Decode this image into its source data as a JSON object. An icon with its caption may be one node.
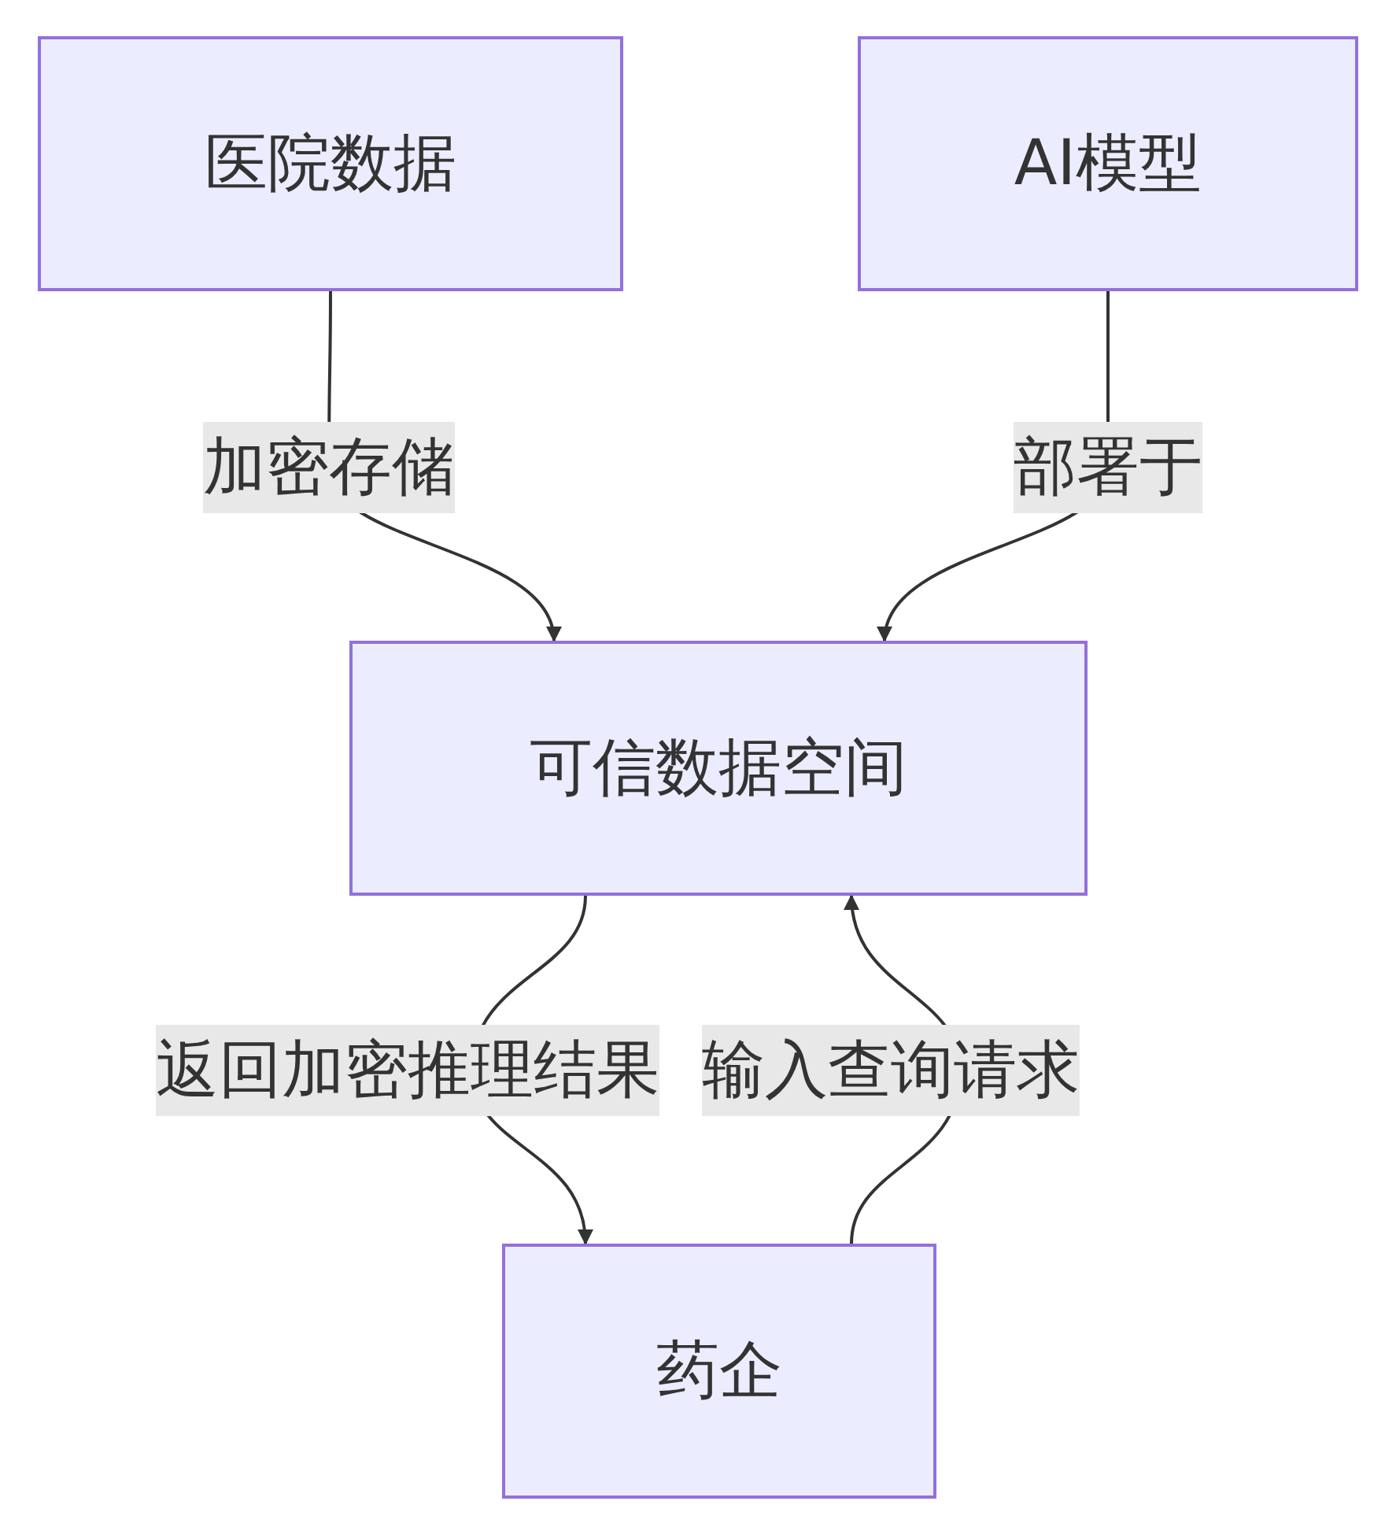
{
  "diagram": {
    "nodes": [
      {
        "text": [
          "医院数据"
        ]
      },
      {
        "text": [
          "AI模型"
        ]
      },
      {
        "text": [
          "可信数据空间"
        ]
      },
      {
        "text": [
          "药企"
        ]
      }
    ],
    "edges": [
      {
        "from": 0,
        "to": 2,
        "arrow": "to",
        "label": "加密存储"
      },
      {
        "from": 1,
        "to": 2,
        "arrow": "to",
        "label": "部署于"
      },
      {
        "from": 2,
        "to": 3,
        "arrow": "to",
        "label": "返回加密推理结果"
      },
      {
        "from": 3,
        "to": 2,
        "arrow": "to",
        "label": "输入查询请求"
      }
    ]
  }
}
